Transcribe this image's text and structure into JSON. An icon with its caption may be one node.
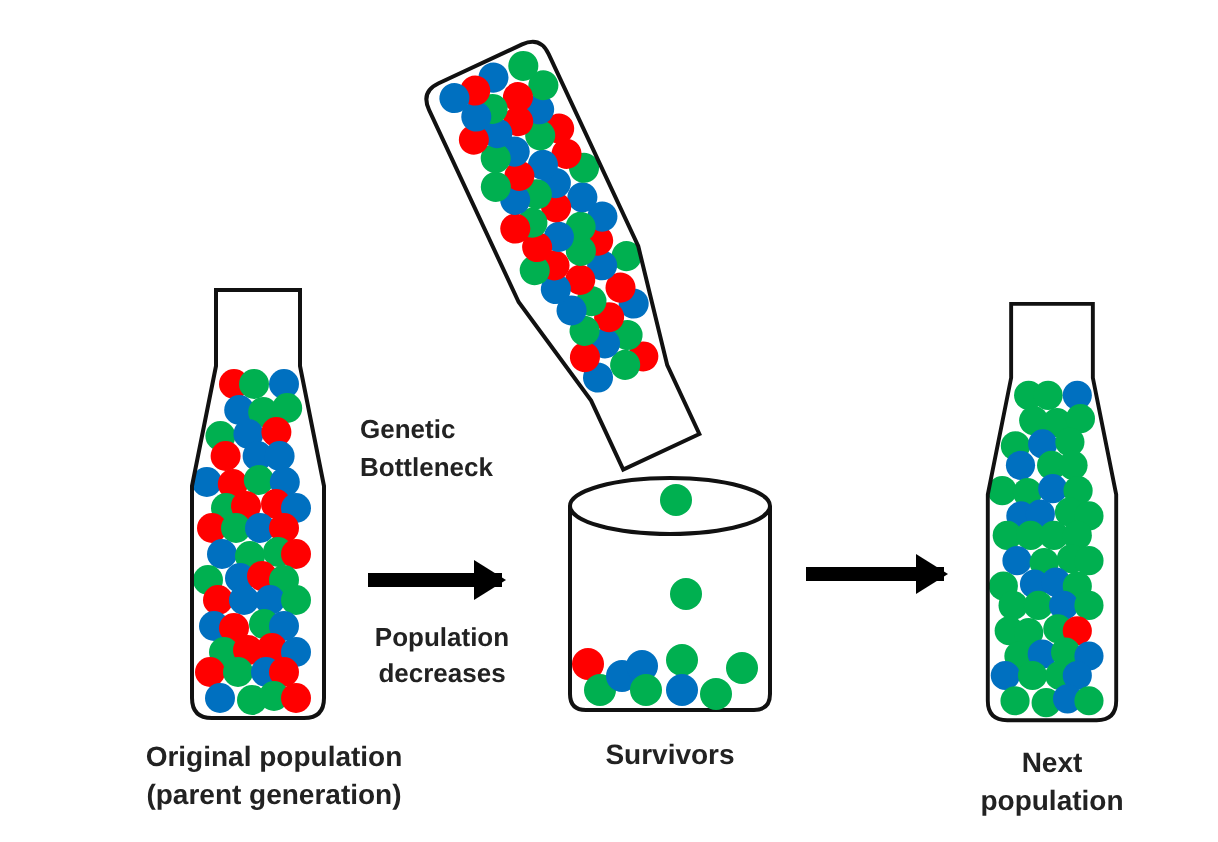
{
  "diagram": {
    "nodes": [
      {
        "text": [],
        "shape": "picture",
        "beside": [
          "Original population (parent generation)"
        ]
      },
      {
        "text": [],
        "shape": "picture",
        "beside": [
          "Survivors"
        ]
      },
      {
        "text": [],
        "shape": "picture",
        "beside": [
          "Next population"
        ]
      }
    ],
    "edges": [
      {
        "from": 0,
        "to": 1,
        "arrow": "to",
        "label": "Population decreases"
      },
      {
        "from": 1,
        "to": 2,
        "arrow": "to"
      }
    ],
    "labels": [
      "Genetic Bottleneck"
    ]
  }
}
